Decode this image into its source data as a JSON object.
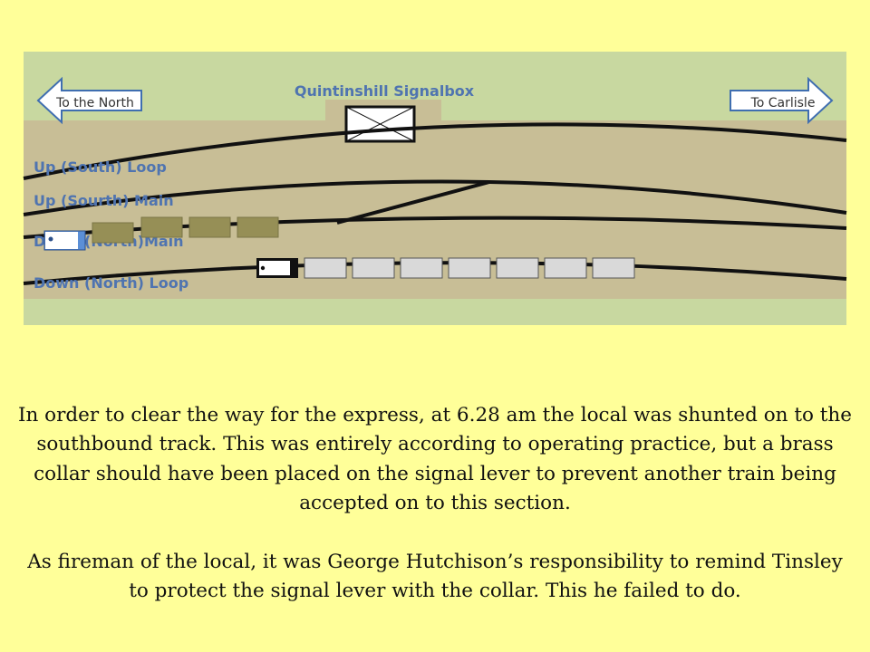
{
  "diagram": {
    "title": "Quintinshill Signalbox",
    "direction_left": "To the North",
    "direction_right": "To Carlisle",
    "tracks": [
      "Up (South) Loop",
      "Up (Sourth) Main",
      "Down (North)Main",
      "Down (North) Loop"
    ],
    "colors": {
      "background": "#FFFF99",
      "field": "#C8D8A0",
      "trackbed": "#C8BE96",
      "label": "#4F74B0",
      "arrow_stroke": "#3F6EB0",
      "local_locomotive": "#5B8FD6",
      "local_carriages": "#968F56",
      "express_carriages": "#D9D9D9",
      "express_locomotive": "#111111"
    },
    "local_train_carriage_count": 4,
    "express_train_carriage_count": 7
  },
  "text": {
    "paragraph1": "In order to clear the way for the express, at 6.28 am the local was shunted on to the southbound track. This was entirely according to operating practice, but a brass collar should have been placed on the signal lever to prevent another train being accepted on to this section.",
    "paragraph2": "As fireman of the local, it was George Hutchison’s responsibility to remind Tinsley to protect the signal lever with the collar. This he failed to do."
  }
}
